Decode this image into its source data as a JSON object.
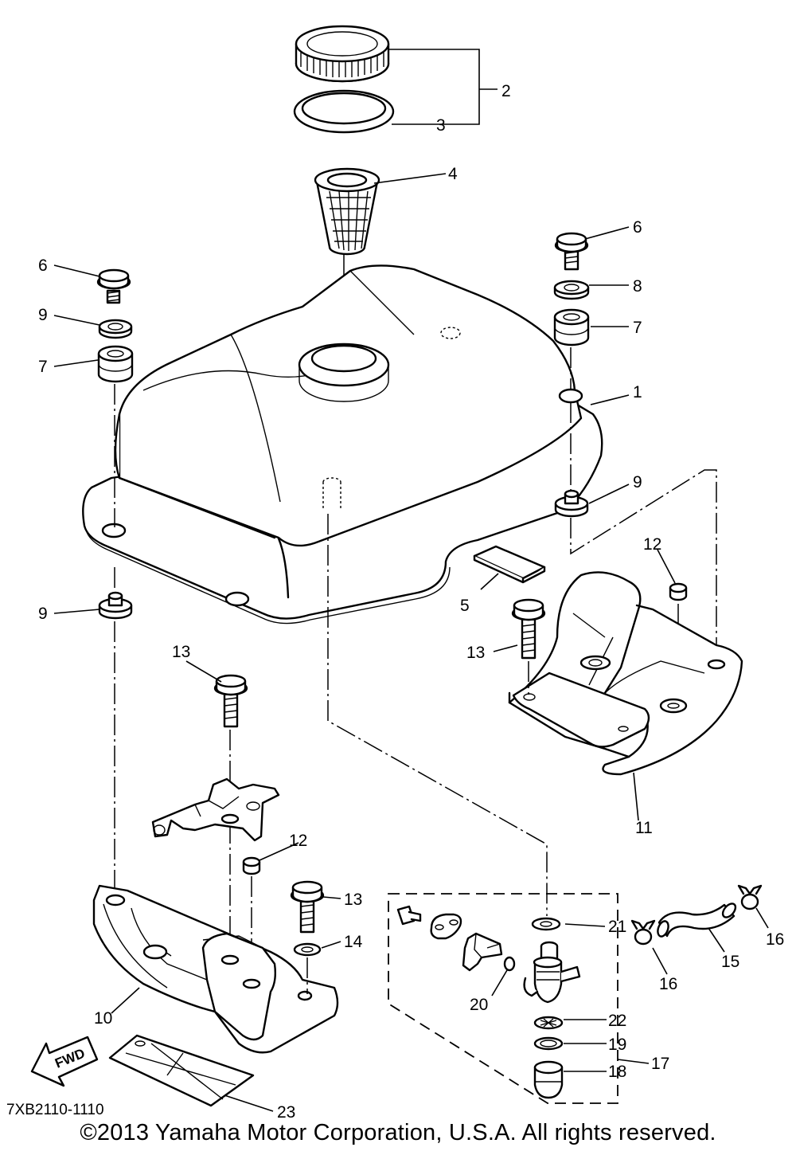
{
  "diagram_code": "7XB2110-1110",
  "copyright": "©2013 Yamaha Motor Corporation, U.S.A. All rights reserved.",
  "fwd_label": "FWD",
  "callouts": {
    "c1": "1",
    "c2": "2",
    "c3": "3",
    "c4": "4",
    "c5": "5",
    "c6a": "6",
    "c6b": "6",
    "c7a": "7",
    "c7b": "7",
    "c8": "8",
    "c9a": "9",
    "c9b": "9",
    "c9c": "9",
    "c10": "10",
    "c11": "11",
    "c12a": "12",
    "c12b": "12",
    "c13a": "13",
    "c13b": "13",
    "c13c": "13",
    "c14": "14",
    "c15": "15",
    "c16a": "16",
    "c16b": "16",
    "c17": "17",
    "c18": "18",
    "c19": "19",
    "c20": "20",
    "c21": "21",
    "c22": "22",
    "c23": "23"
  }
}
